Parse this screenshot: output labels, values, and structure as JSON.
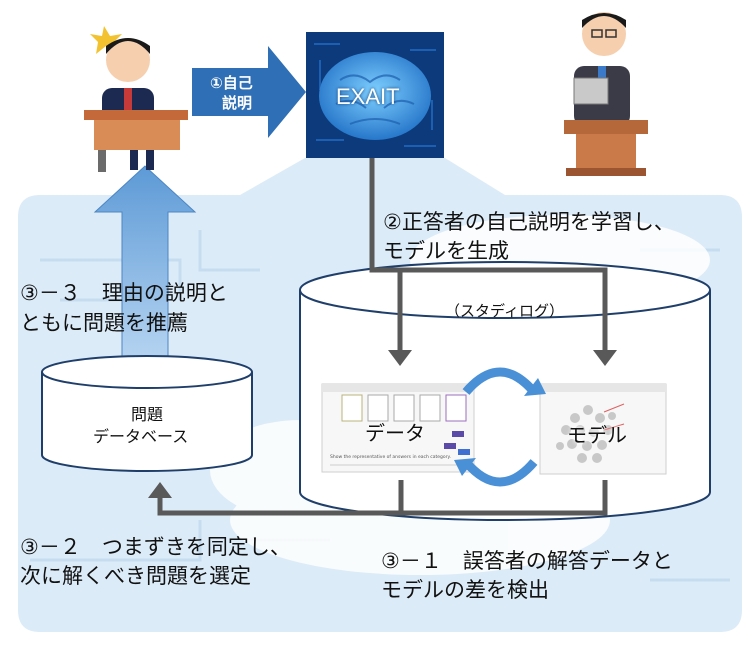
{
  "diagram": {
    "step1_label": "①自己",
    "step1_label2": "説明",
    "system_name": "EXAIT",
    "step2_line1": "②正答者の自己説明を学習し、",
    "step2_line2": "モデルを生成",
    "step3_3_line1": "③－３　理由の説明と",
    "step3_3_line2": "ともに問題を推薦",
    "studylog_label": "（スタディログ）",
    "problem_db_line1": "問題",
    "problem_db_line2": "データベース",
    "data_label": "データ",
    "model_label": "モデル",
    "step3_2_line1": "③－２　つまずきを同定し、",
    "step3_2_line2": "次に解くべき問題を選定",
    "step3_1_line1": "③－１　誤答者の解答データと",
    "step3_1_line2": "モデルの差を検出",
    "screenshot_caption": "Show the representative of answers in each category."
  },
  "colors": {
    "panel_bg": "#dcebf8",
    "arrow_blue": "#2f6fb5",
    "flow_gray": "#595959",
    "cycle_blue": "#4a90d6",
    "brain_blue": "#3d9be0"
  }
}
